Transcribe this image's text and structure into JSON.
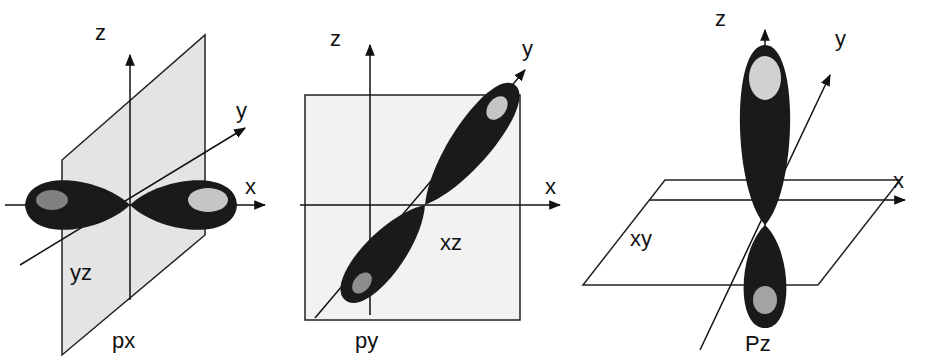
{
  "diagram": {
    "labels": [
      "z",
      "y",
      "x",
      "yz",
      "px",
      "z",
      "y",
      "x",
      "xz",
      "py",
      "z",
      "y",
      "x",
      "xy",
      "Pz"
    ]
  }
}
